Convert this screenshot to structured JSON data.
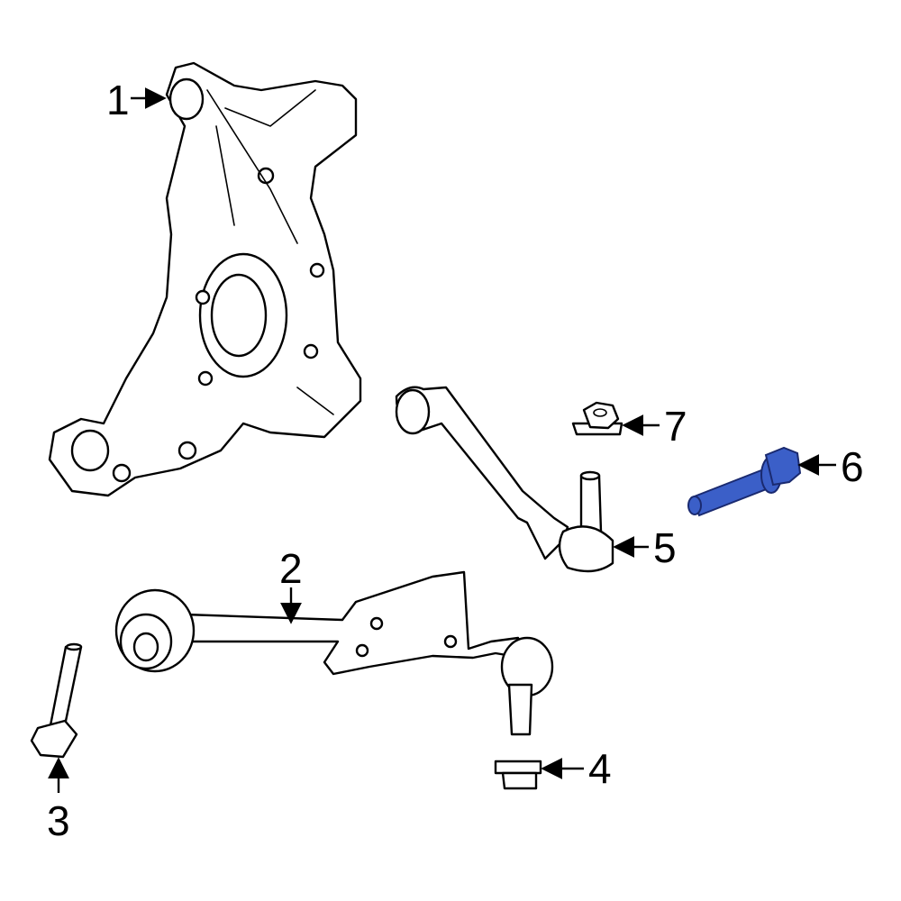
{
  "diagram": {
    "highlight_color": "#3b5fc8",
    "callouts": [
      {
        "number": "1",
        "part": "steering-knuckle"
      },
      {
        "number": "2",
        "part": "lower-control-arm"
      },
      {
        "number": "3",
        "part": "control-arm-bolt"
      },
      {
        "number": "4",
        "part": "ball-joint-nut"
      },
      {
        "number": "5",
        "part": "tie-rod-end"
      },
      {
        "number": "6",
        "part": "bolt",
        "highlighted": true
      },
      {
        "number": "7",
        "part": "tie-rod-nut"
      }
    ]
  }
}
